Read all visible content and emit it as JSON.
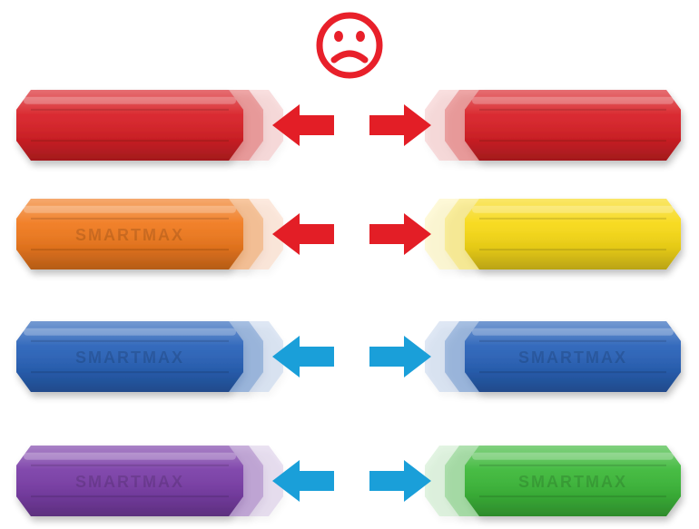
{
  "face": {
    "icon": "sad-face-icon",
    "color": "#e8202a"
  },
  "rows": [
    {
      "row": "red-red",
      "left_color": "#d82127",
      "right_color": "#d82127",
      "left_label": "",
      "right_label": "",
      "arrow_color": "#e31e26",
      "arrow_direction": "repel"
    },
    {
      "row": "orange-yellow",
      "left_color": "#f07a1f",
      "right_color": "#f7d917",
      "left_label": "SMARTMAX",
      "right_label": "",
      "arrow_color": "#e31e26",
      "arrow_direction": "repel"
    },
    {
      "row": "blue-blue",
      "left_color": "#2a63b9",
      "right_color": "#2a63b9",
      "left_label": "SMARTMAX",
      "right_label": "SMARTMAX",
      "arrow_color": "#1a9fd9",
      "arrow_direction": "attract"
    },
    {
      "row": "purple-green",
      "left_color": "#7b3fa8",
      "right_color": "#3db83a",
      "left_label": "SMARTMAX",
      "right_label": "SMARTMAX",
      "arrow_color": "#1a9fd9",
      "arrow_direction": "attract"
    }
  ]
}
